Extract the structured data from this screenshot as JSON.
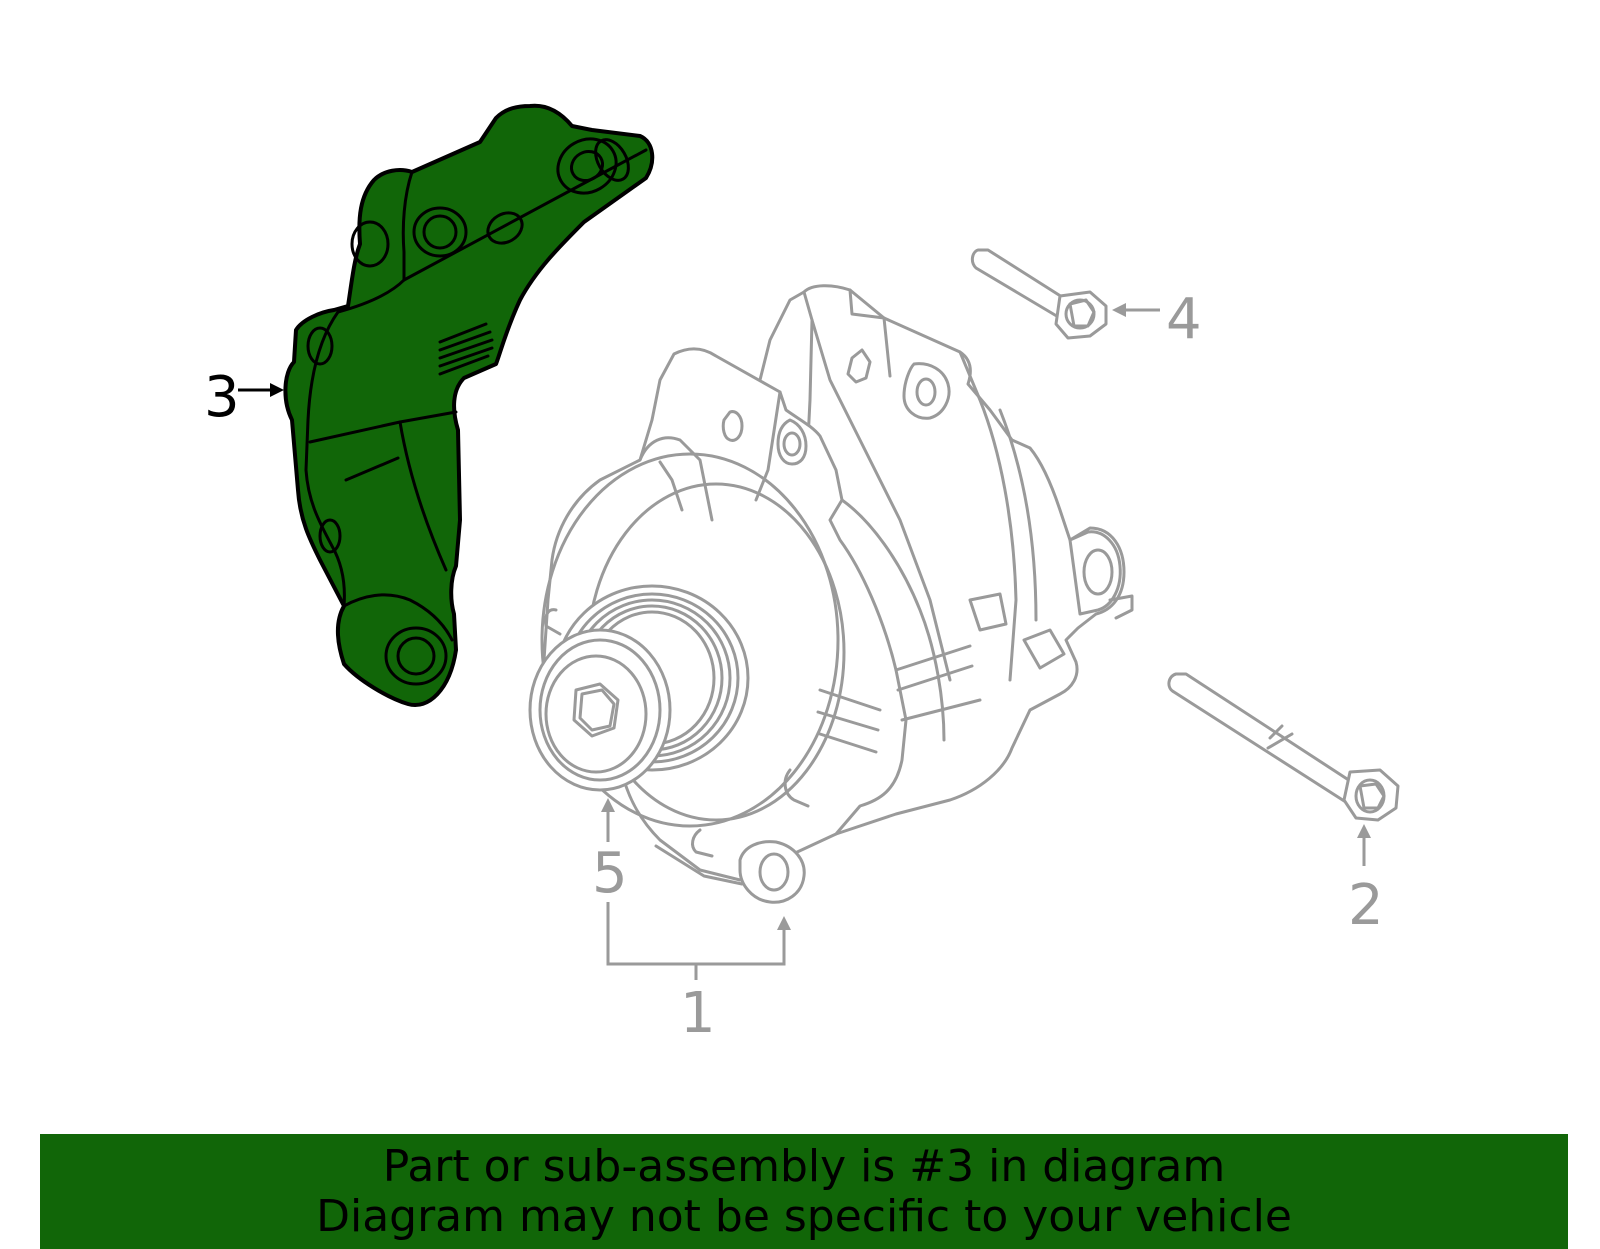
{
  "callouts": {
    "c1": "1",
    "c2": "2",
    "c3": "3",
    "c4": "4",
    "c5": "5"
  },
  "highlighted_part": "3",
  "colors": {
    "highlight": "#116608",
    "line_grey": "#9a9a9a",
    "banner_bg": "#116608"
  },
  "banner": {
    "line1": "Part or sub-assembly is #3 in diagram",
    "line2": "Diagram may not be specific to your vehicle"
  }
}
